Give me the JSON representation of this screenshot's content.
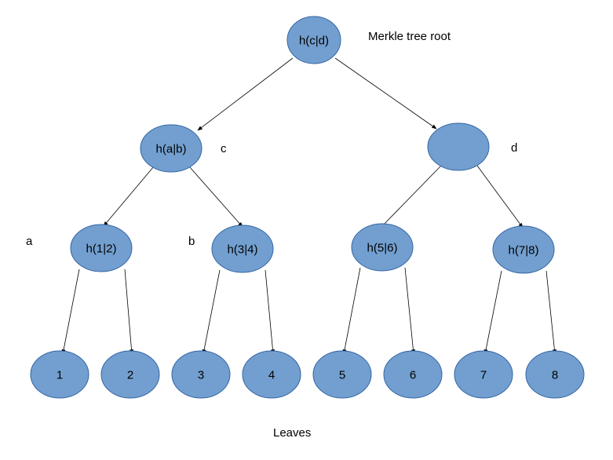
{
  "colors": {
    "node_fill": "#729fcf",
    "node_stroke": "#3465a4",
    "edge": "#000000"
  },
  "nodes": {
    "root": "h(c|d)",
    "c": "h(a|b)",
    "d": "",
    "a": "h(1|2)",
    "b": "h(3|4)",
    "n56": "h(5|6)",
    "n78": "h(7|8)",
    "leaves": [
      "1",
      "2",
      "3",
      "4",
      "5",
      "6",
      "7",
      "8"
    ]
  },
  "labels": {
    "root": "Merkle tree root",
    "c": "c",
    "d": "d",
    "a": "a",
    "b": "b",
    "leaves": "Leaves"
  }
}
